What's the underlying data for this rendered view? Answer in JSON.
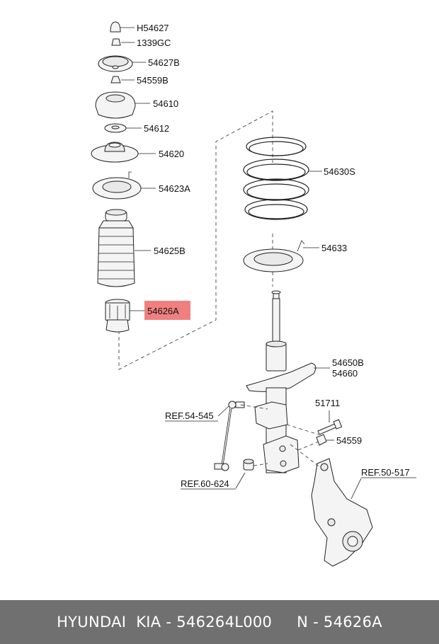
{
  "labels": {
    "h54627": "H54627",
    "p1339gc": "1339GC",
    "p54627b": "54627B",
    "p54559b": "54559B",
    "p54610": "54610",
    "p54612": "54612",
    "p54620": "54620",
    "p54623a": "54623A",
    "p54625b": "54625B",
    "p54626a": "54626A",
    "p54630s": "54630S",
    "p54633": "54633",
    "p54650b": "54650B",
    "p54660": "54660",
    "p51711": "51711",
    "p54559": "54559",
    "ref54545": "REF.54-545",
    "ref60624": "REF.60-624",
    "ref50517": "REF.50-517"
  },
  "highlight_color": "#f08080",
  "footer": {
    "text": "HYUNDAI  KIA - 546264L000     N - 54626A"
  }
}
